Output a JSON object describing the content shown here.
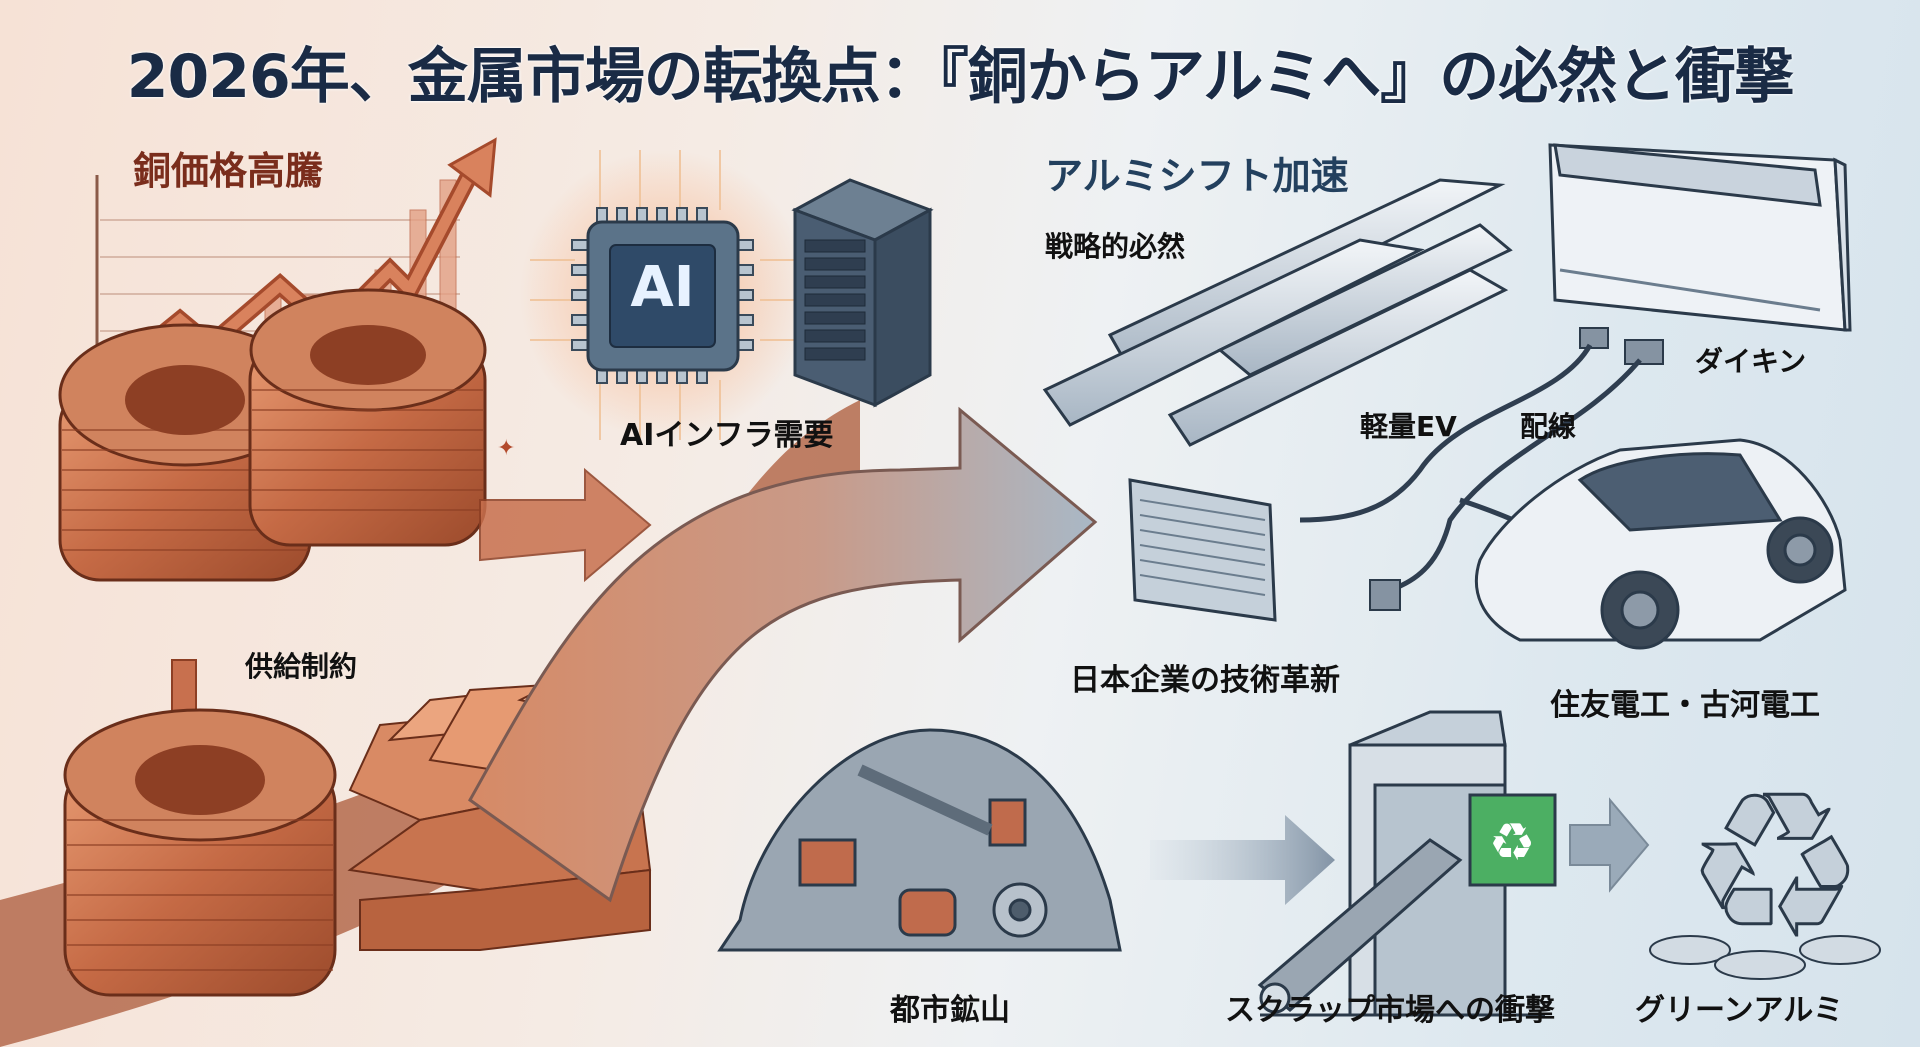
{
  "title": "2026年、金属市場の転換点：『銅からアルミへ』の必然と衝撃",
  "left_section": {
    "heading": "銅価格高騰",
    "supply_label": "供給制約",
    "ai_label": "AIインフラ需要",
    "chip_text": "AI"
  },
  "right_section": {
    "heading": "アルミシフト加速",
    "strategy_label": "戦略的必然",
    "daikin_label": "ダイキン",
    "ev_label": "軽量EV",
    "wiring_label": "配線",
    "innovation_label": "日本企業の技術革新",
    "companies_label": "住友電工・古河電工"
  },
  "bottom_section": {
    "urban_mine_label": "都市鉱山",
    "scrap_label": "スクラップ市場への衝撃",
    "green_label": "グリーンアルミ"
  },
  "colors": {
    "copper": "#c8704e",
    "copper_dark": "#7a2d1c",
    "navy": "#1a2b45",
    "aluminum": "#a9b8c6",
    "recycle_green": "#4caf63"
  }
}
